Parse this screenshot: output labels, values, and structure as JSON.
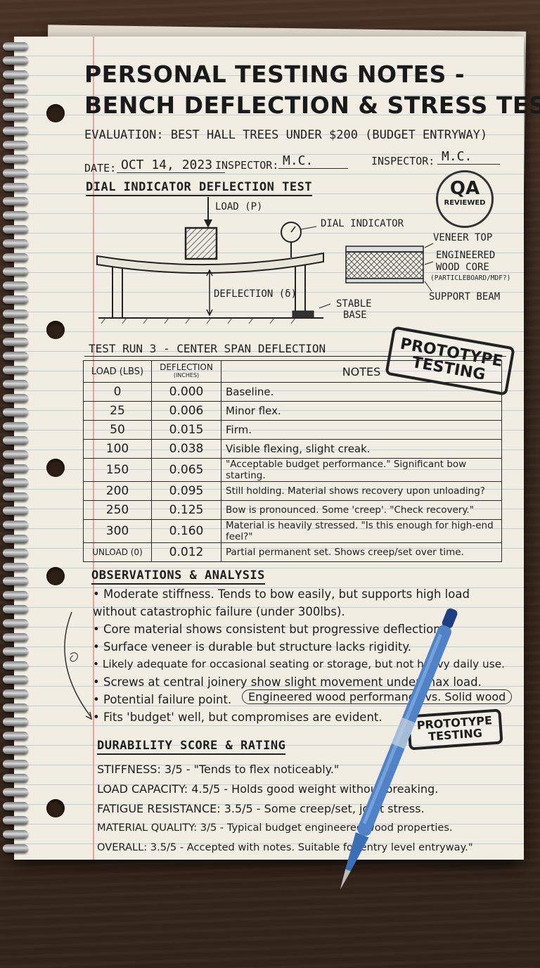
{
  "title": {
    "line1": "PERSONAL TESTING NOTES -",
    "line2": "BENCH DEFLECTION & STRESS TEST"
  },
  "evaluation": "EVALUATION: BEST HALL TREES UNDER $200 (BUDGET ENTRYWAY)",
  "meta": {
    "date_label": "DATE:",
    "date_value": "OCT 14, 2023",
    "inspector_label": "INSPECTOR:",
    "inspector_value": "M.C.",
    "inspector2_label": "INSPECTOR:",
    "inspector2_value": "M.C."
  },
  "qa_stamp": {
    "top": "QA",
    "bottom": "REVIEWED"
  },
  "diagram": {
    "section_title": "DIAL INDICATOR DEFLECTION TEST",
    "load_label": "LOAD (P)",
    "dial_label": "DIAL INDICATOR",
    "deflection_label": "DEFLECTION (δ)",
    "base_label_1": "STABLE",
    "base_label_2": "BASE",
    "veneer_label": "VENEER TOP",
    "core_label_1": "ENGINEERED",
    "core_label_2": "WOOD CORE",
    "core_label_3": "(PARTICLEBOARD/MDF?)",
    "beam_label": "SUPPORT BEAM"
  },
  "test_run": {
    "title": "TEST RUN 3 - CENTER SPAN DEFLECTION",
    "headers": {
      "load": "LOAD (LBS)",
      "deflection": "DEFLECTION",
      "deflection_unit": "(INCHES)",
      "notes": "NOTES"
    },
    "rows": [
      {
        "load": "0",
        "deflection": "0.000",
        "note": "Baseline."
      },
      {
        "load": "25",
        "deflection": "0.006",
        "note": "Minor flex."
      },
      {
        "load": "50",
        "deflection": "0.015",
        "note": "Firm."
      },
      {
        "load": "100",
        "deflection": "0.038",
        "note": "Visible flexing, slight creak."
      },
      {
        "load": "150",
        "deflection": "0.065",
        "note": "\"Acceptable budget performance.\" Significant bow starting."
      },
      {
        "load": "200",
        "deflection": "0.095",
        "note": "Still holding. Material shows recovery upon unloading?"
      },
      {
        "load": "250",
        "deflection": "0.125",
        "note": "Bow is pronounced. Some 'creep'. \"Check recovery.\""
      },
      {
        "load": "300",
        "deflection": "0.160",
        "note": "Material is heavily stressed. \"Is this enough for high-end feel?\""
      },
      {
        "load": "UNLOAD (0)",
        "deflection": "0.012",
        "note": "Partial permanent set. Shows creep/set over time."
      }
    ]
  },
  "stamps": {
    "prototype_1": "PROTOTYPE TESTING",
    "prototype_2": "PROTOTYPE TESTING"
  },
  "observations": {
    "title": "OBSERVATIONS & ANALYSIS",
    "items": [
      "• Moderate stiffness. Tends to bow easily, but supports high load",
      "  without catastrophic failure (under 300lbs).",
      "• Core material shows consistent but progressive deflection.",
      "• Surface veneer is durable but structure lacks rigidity.",
      "• Likely adequate for occasional seating or storage, but not heavy daily use.",
      "• Screws at central joinery show slight movement under max load.",
      "• Potential failure point.",
      "• Fits 'budget' well, but compromises are evident."
    ],
    "circled_note": "Engineered wood performance vs. Solid wood"
  },
  "durability": {
    "title": "DURABILITY SCORE & RATING",
    "scores": [
      "STIFFNESS:  3/5  - \"Tends to flex noticeably.\"",
      "LOAD CAPACITY: 4.5/5 - Holds good weight without breaking.",
      "FATIGUE RESISTANCE: 3.5/5 - Some creep/set, joint stress.",
      "MATERIAL QUALITY:  3/5  - Typical budget engineered wood properties.",
      "OVERALL: 3.5/5 - Accepted with notes. Suitable for entry level entryway.\""
    ]
  }
}
